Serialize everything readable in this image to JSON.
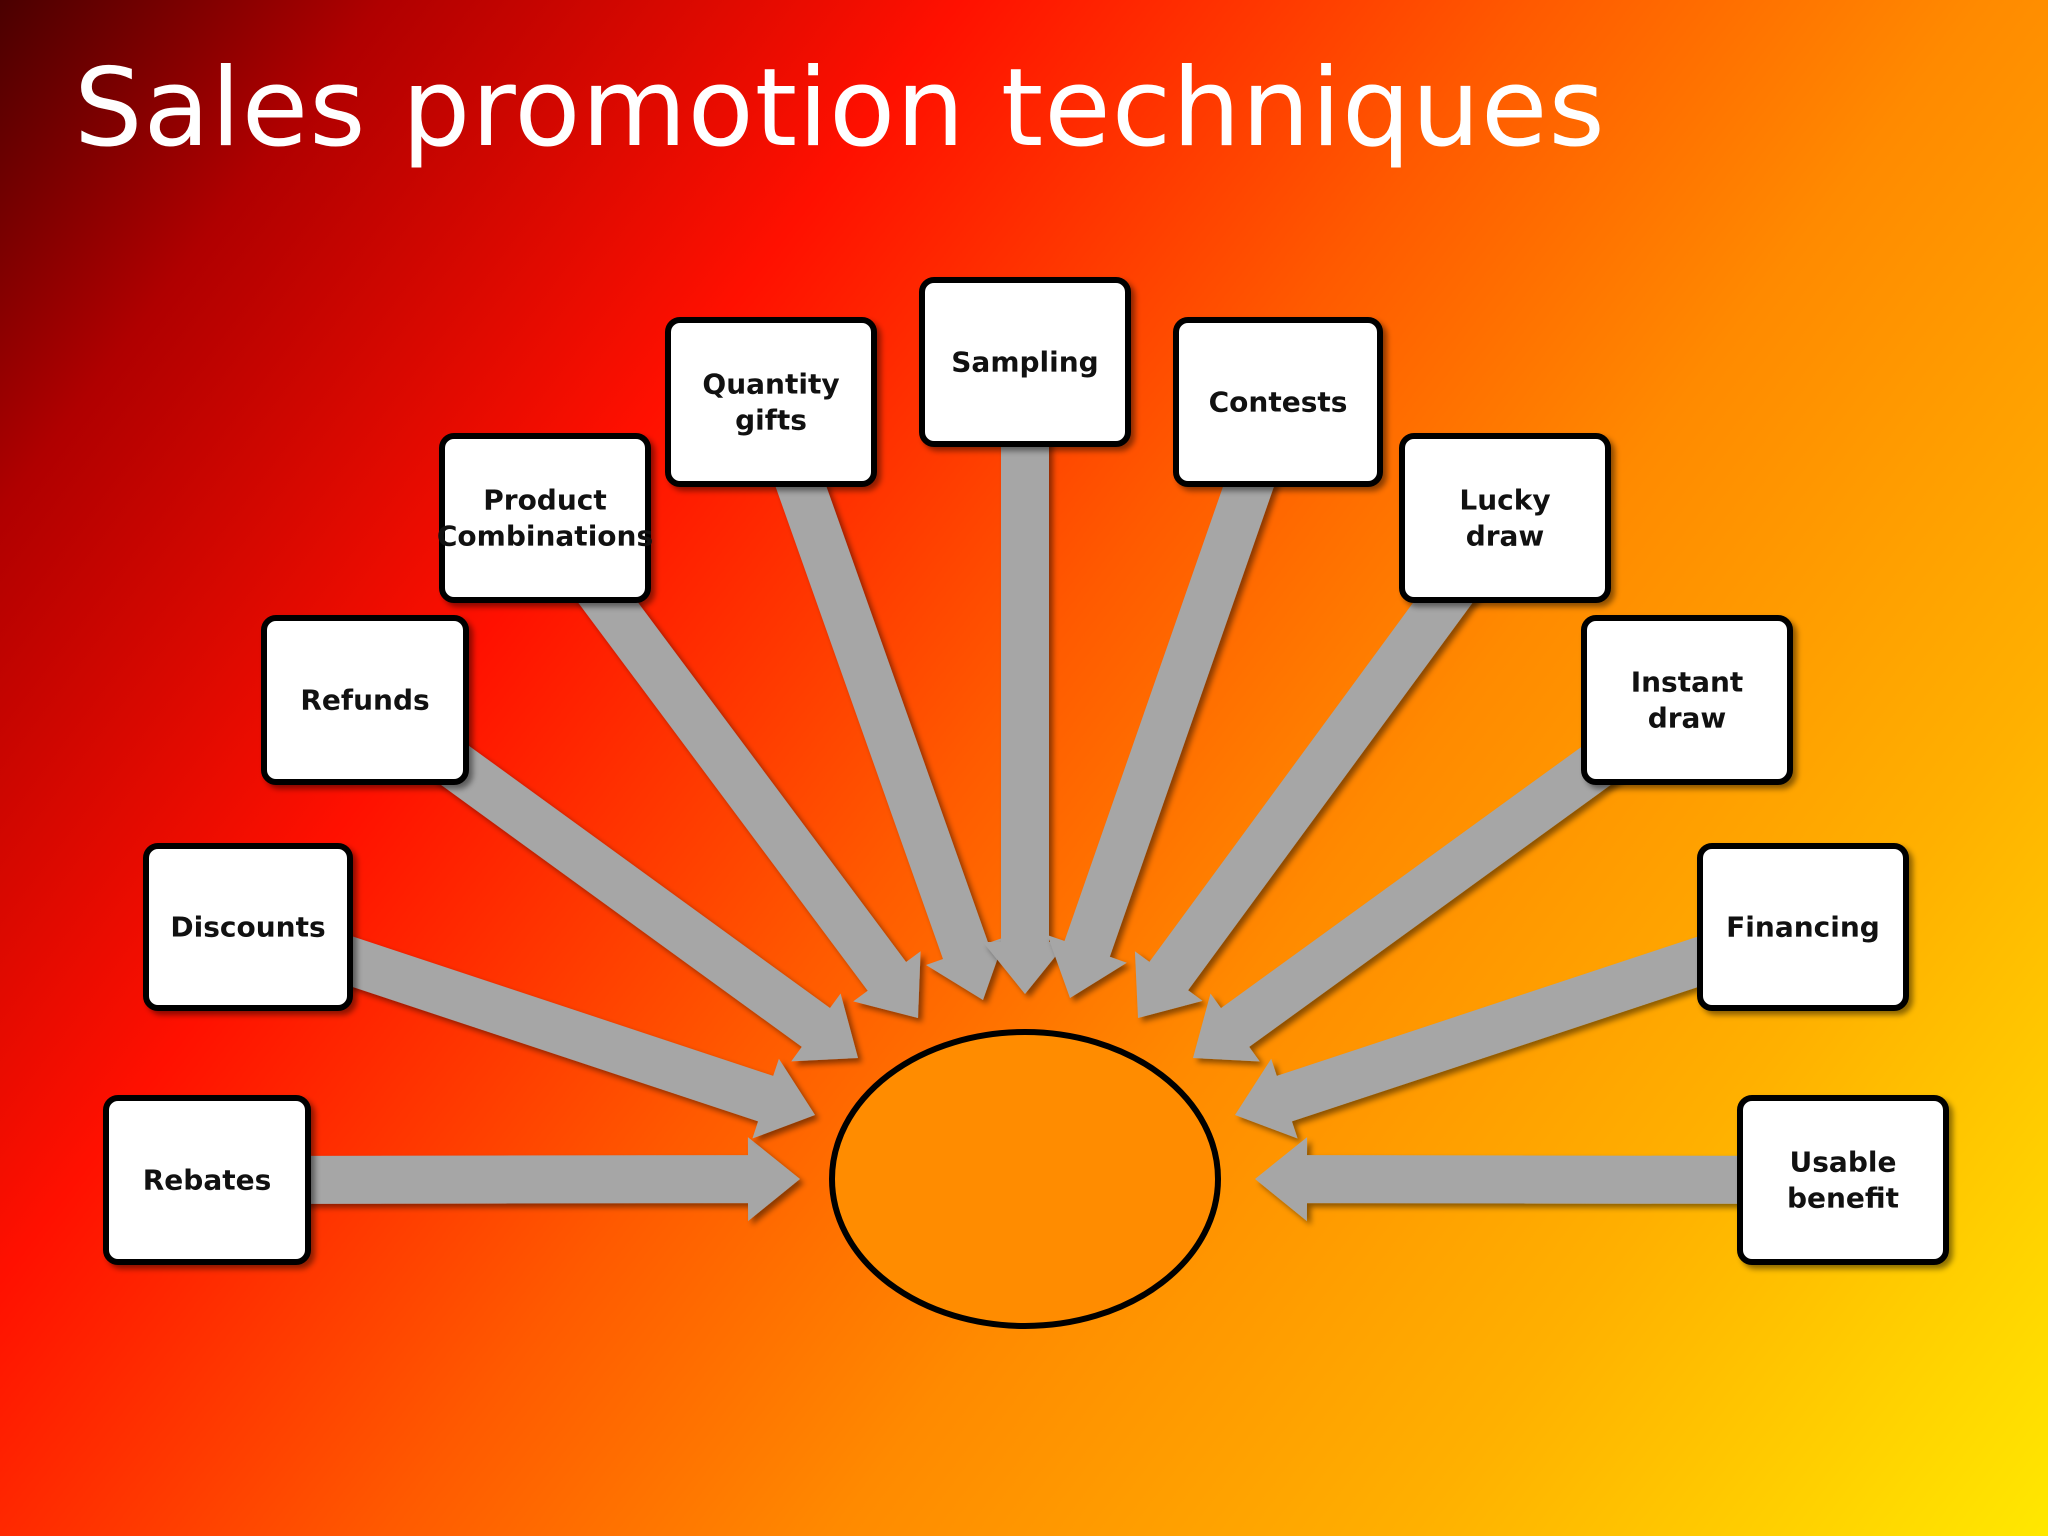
{
  "slide": {
    "title": "Sales promotion techniques"
  },
  "colors": {
    "gradient_stops": [
      "#4a0000",
      "#b00000",
      "#ff1000",
      "#ff5a00",
      "#ff8a00",
      "#ffb000",
      "#ffe800"
    ],
    "box_fill": "#ffffff",
    "box_border": "#000000",
    "arrow_fill": "#a6a6a6",
    "hub_fill": "#ff8c00",
    "hub_border": "#000000",
    "label_color": "#111111"
  },
  "techniques": [
    {
      "id": "rebates",
      "lines": [
        "Rebates"
      ]
    },
    {
      "id": "discounts",
      "lines": [
        "Discounts"
      ]
    },
    {
      "id": "refunds",
      "lines": [
        "Refunds"
      ]
    },
    {
      "id": "product-combinations",
      "lines": [
        "Product",
        "Combinations"
      ]
    },
    {
      "id": "quantity-gifts",
      "lines": [
        "Quantity",
        "gifts"
      ]
    },
    {
      "id": "sampling",
      "lines": [
        "Sampling"
      ]
    },
    {
      "id": "contests",
      "lines": [
        "Contests"
      ]
    },
    {
      "id": "lucky-draw",
      "lines": [
        "Lucky",
        "draw"
      ]
    },
    {
      "id": "instant-draw",
      "lines": [
        "Instant",
        "draw"
      ]
    },
    {
      "id": "financing",
      "lines": [
        "Financing"
      ]
    },
    {
      "id": "usable-benefit",
      "lines": [
        "Usable",
        "benefit"
      ]
    }
  ]
}
